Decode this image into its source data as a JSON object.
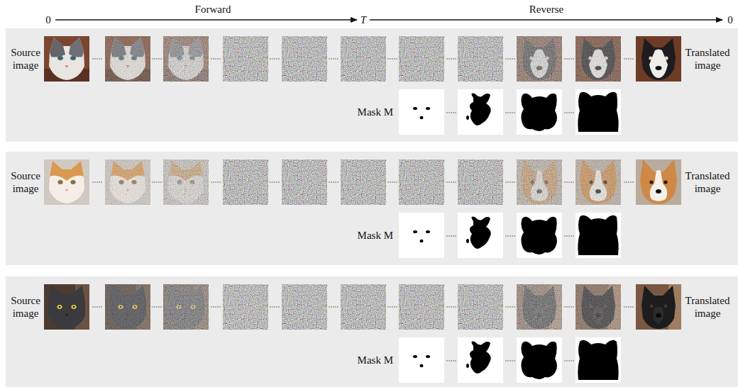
{
  "diagram": {
    "nodes": [
      {
        "text": [
          "Source image",
          "Translated image",
          "Mask M"
        ]
      },
      {
        "text": [
          "Source image",
          "Translated image",
          "Mask M"
        ]
      },
      {
        "text": [
          "Source image",
          "Translated image",
          "Mask M"
        ]
      }
    ],
    "labels": [
      "0",
      "Forward",
      "T",
      "Reverse",
      "0"
    ]
  }
}
